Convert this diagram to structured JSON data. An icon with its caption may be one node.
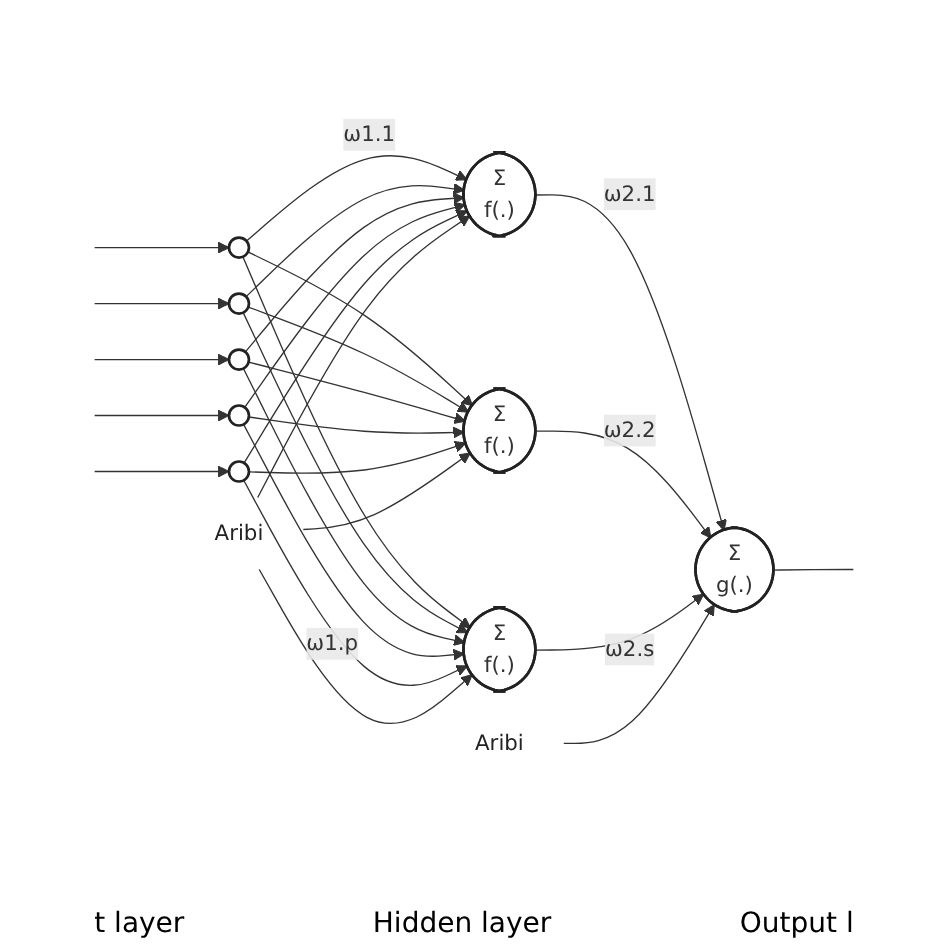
{
  "diagram": {
    "nodes": [
      {
        "text": [
          "Aribi"
        ]
      },
      {
        "text": [
          "Aribi"
        ]
      },
      {
        "text": [],
        "shape": "circle"
      },
      {
        "text": [],
        "shape": "circle"
      },
      {
        "text": [],
        "shape": "circle"
      },
      {
        "text": [],
        "shape": "circle"
      },
      {
        "text": [],
        "shape": "circle"
      },
      {
        "text": [
          "Σ",
          "f(.)"
        ]
      },
      {
        "text": [
          "Σ",
          "f(.)"
        ]
      },
      {
        "text": [
          "Σ",
          "f(.)"
        ]
      },
      {
        "text": [
          "Σ",
          "g(.)"
        ]
      }
    ],
    "edges": [
      {
        "from": null,
        "to": 2,
        "arrow": "to"
      },
      {
        "from": null,
        "to": 3,
        "arrow": "to"
      },
      {
        "from": null,
        "to": 4,
        "arrow": "to"
      },
      {
        "from": null,
        "to": 5,
        "arrow": "to"
      },
      {
        "from": null,
        "to": 6,
        "arrow": "to"
      },
      {
        "from": 2,
        "to": 7,
        "arrow": "to",
        "label": "ω1.1"
      },
      {
        "from": 2,
        "to": 8,
        "arrow": "to"
      },
      {
        "from": 2,
        "to": 9,
        "arrow": "to"
      },
      {
        "from": 3,
        "to": 7,
        "arrow": "to"
      },
      {
        "from": 3,
        "to": 8,
        "arrow": "to"
      },
      {
        "from": 3,
        "to": 9,
        "arrow": "to"
      },
      {
        "from": 4,
        "to": 7,
        "arrow": "to"
      },
      {
        "from": 4,
        "to": 8,
        "arrow": "to"
      },
      {
        "from": 4,
        "to": 9,
        "arrow": "to"
      },
      {
        "from": 5,
        "to": 7,
        "arrow": "to"
      },
      {
        "from": 5,
        "to": 8,
        "arrow": "to"
      },
      {
        "from": 5,
        "to": 9,
        "arrow": "to"
      },
      {
        "from": 6,
        "to": 7,
        "arrow": "to"
      },
      {
        "from": 6,
        "to": 8,
        "arrow": "to"
      },
      {
        "from": 6,
        "to": 9,
        "arrow": "to",
        "label": "ω1.p"
      },
      {
        "from": 0,
        "to": 7,
        "arrow": "to"
      },
      {
        "from": 0,
        "to": 8,
        "arrow": "to"
      },
      {
        "from": 0,
        "to": 9,
        "arrow": "to"
      },
      {
        "from": 7,
        "to": 10,
        "arrow": "to",
        "label": "ω2.1"
      },
      {
        "from": 8,
        "to": 10,
        "arrow": "to",
        "label": "ω2.2"
      },
      {
        "from": 9,
        "to": 10,
        "arrow": "to",
        "label": "ω2.s"
      },
      {
        "from": 1,
        "to": 10,
        "arrow": "to"
      },
      {
        "from": 10,
        "to": null,
        "arrow": "none"
      }
    ],
    "labels": [
      "t layer",
      "Hidden layer",
      "Output l"
    ]
  }
}
